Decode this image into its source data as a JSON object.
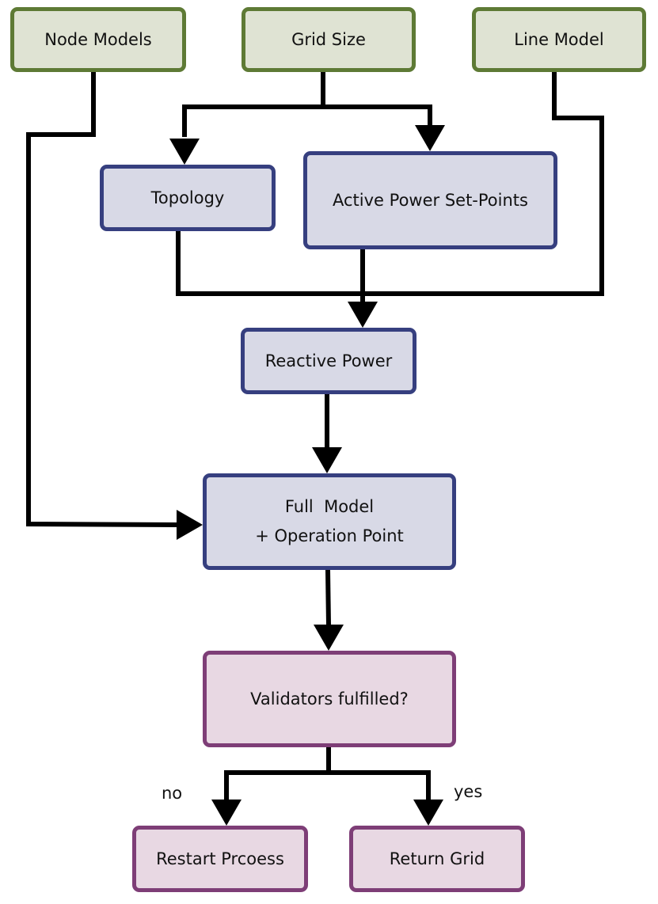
{
  "diagram": {
    "nodes": {
      "node_models": {
        "label": "Node Models"
      },
      "grid_size": {
        "label": "Grid Size"
      },
      "line_model": {
        "label": "Line Model"
      },
      "topology": {
        "label": "Topology"
      },
      "active_power": {
        "label": "Active Power Set-Points"
      },
      "reactive_power": {
        "label": "Reactive Power"
      },
      "full_model": {
        "line1": "Full  Model",
        "line2": "+ Operation Point"
      },
      "validators": {
        "label": "Validators fulfilled?"
      },
      "restart": {
        "label": "Restart Prcoess"
      },
      "return_grid": {
        "label": "Return Grid"
      }
    },
    "edge_labels": {
      "no": "no",
      "yes": "yes"
    },
    "colors": {
      "input_fill": "#dfe3d3",
      "input_border": "#5e7a35",
      "process_fill": "#d8d9e6",
      "process_border": "#363f7f",
      "decision_fill": "#e8d8e3",
      "decision_border": "#7e3e77",
      "connector": "#000000"
    }
  }
}
